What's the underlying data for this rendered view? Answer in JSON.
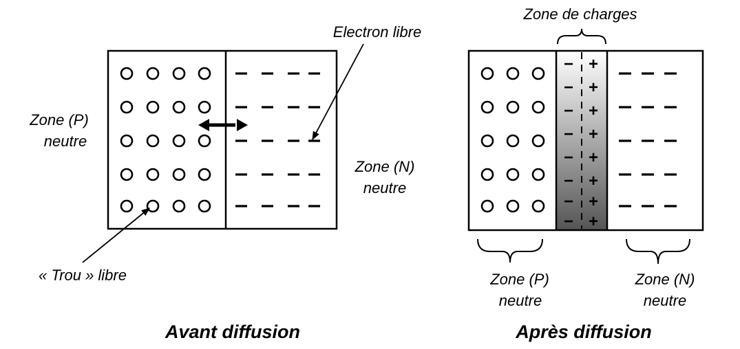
{
  "left_panel": {
    "label_p_line1": "Zone (P)",
    "label_p_line2": "neutre",
    "label_n_line1": "Zone (N)",
    "label_n_line2": "neutre",
    "label_electron": "Electron libre",
    "label_hole": "« Trou » libre",
    "caption": "Avant diffusion"
  },
  "right_panel": {
    "label_charges": "Zone de charges",
    "label_p_line1": "Zone (P)",
    "label_p_line2": "neutre",
    "label_n_line1": "Zone (N)",
    "label_n_line2": "neutre",
    "caption": "Après diffusion",
    "minus_symbol": "−",
    "plus_symbol": "+"
  },
  "colors": {
    "line": "#000000",
    "background": "#ffffff",
    "depletion_gradient_top": "#ffffff",
    "depletion_gradient_bottom": "#555555"
  }
}
